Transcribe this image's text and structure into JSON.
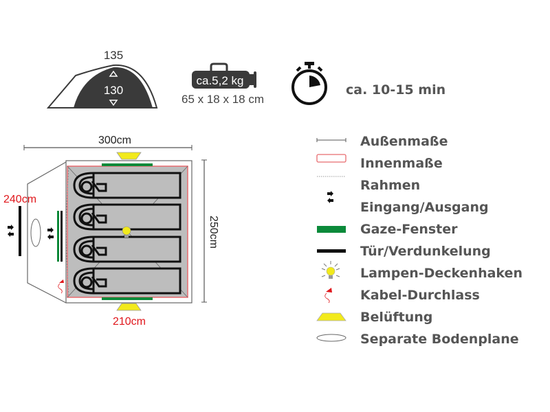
{
  "profile": {
    "outer_height": "135",
    "inner_height": "130"
  },
  "pack": {
    "weight": "ca.5,2 kg",
    "size": "65 x 18 x 18 cm"
  },
  "setup": {
    "time": "ca. 10-15 min"
  },
  "floorplan": {
    "width": "300cm",
    "depth": "250cm",
    "vestibule_width": "240cm",
    "inner_width": "210cm",
    "sleeping_places": 4
  },
  "legend": [
    {
      "icon": "dimension-line-icon",
      "label": "Außenmaße"
    },
    {
      "icon": "red-rectangle-icon",
      "label": "Innenmaße"
    },
    {
      "icon": "dotted-line-icon",
      "label": "Rahmen"
    },
    {
      "icon": "",
      "label": "Eingang/Ausgang"
    },
    {
      "icon": "green-bar-icon",
      "label": "Gaze-Fenster"
    },
    {
      "icon": "black-bar-icon",
      "label": "Tür/Verdunkelung"
    },
    {
      "icon": "lamp-icon",
      "label": "Lampen-Deckenhaken"
    },
    {
      "icon": "cable-plug-icon",
      "label": "Kabel-Durchlass"
    },
    {
      "icon": "vent-trapezoid-icon",
      "label": "Belüftung"
    },
    {
      "icon": "ellipse-icon",
      "label": "Separate Bodenplane"
    }
  ],
  "colors": {
    "green": "#0b8a3a",
    "red": "#e0161b",
    "yellow": "#f2ea1c",
    "dark": "#3a3a3a",
    "gray_floor": "#bdbdbd",
    "text": "#555555"
  }
}
